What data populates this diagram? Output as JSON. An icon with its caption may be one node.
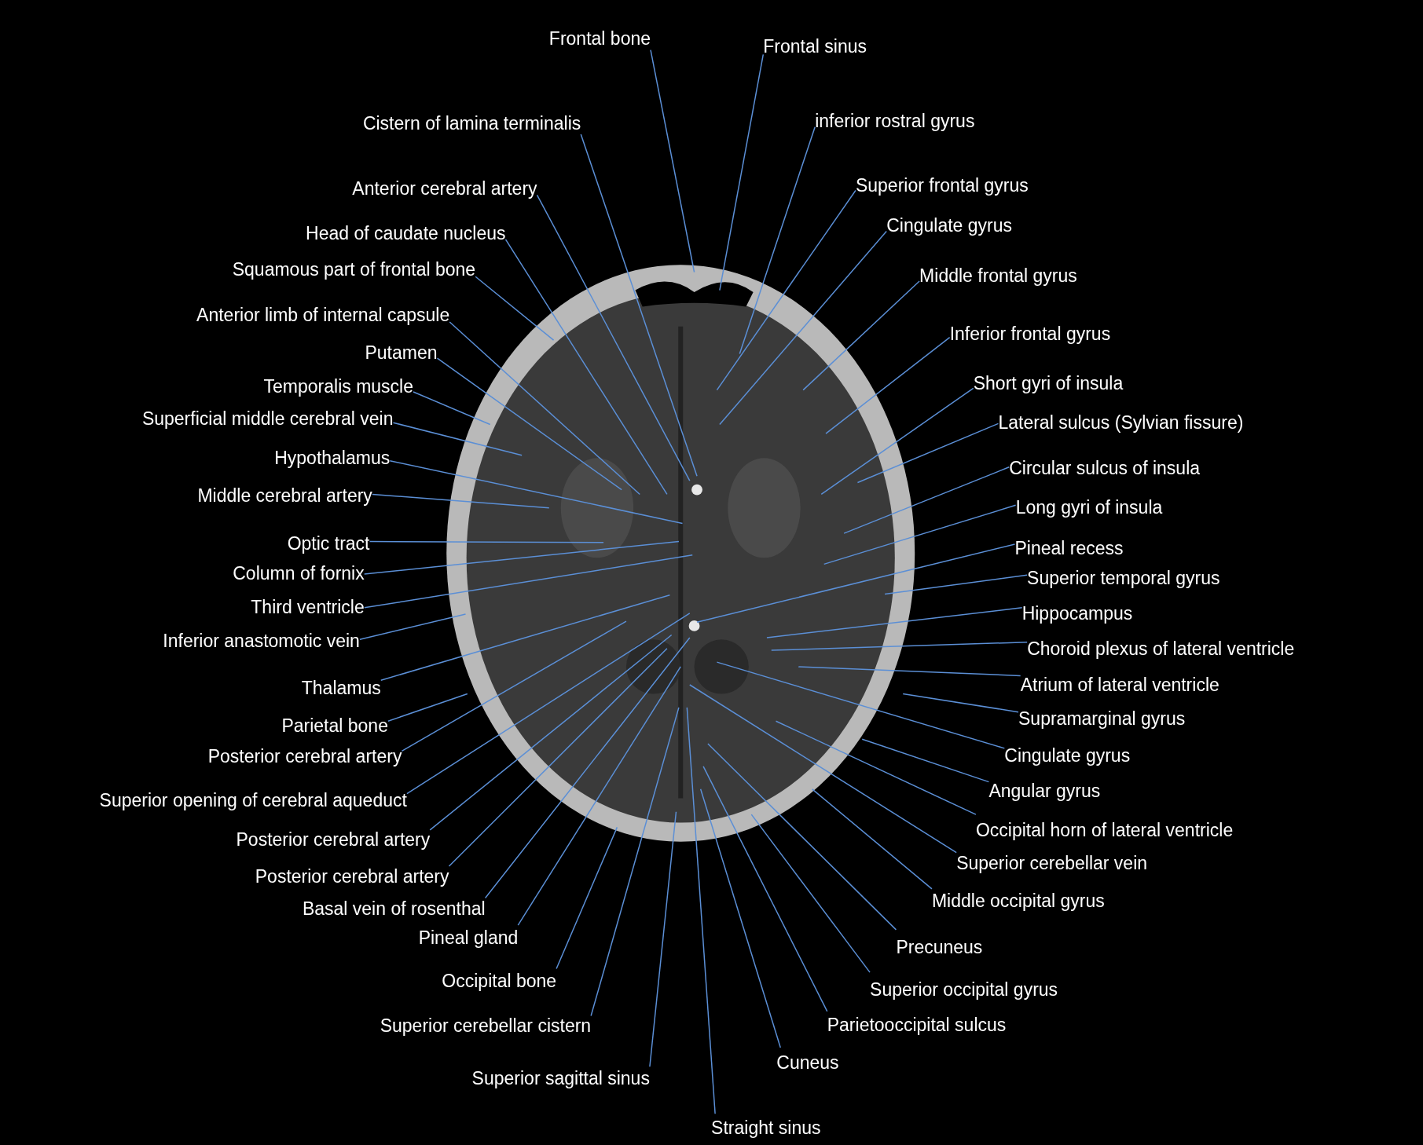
{
  "diagram": {
    "nodes": [
      {
        "text": [
          "Frontal bone"
        ]
      },
      {
        "text": [
          "Frontal sinus"
        ]
      },
      {
        "text": [
          "Cistern of lamina terminalis"
        ]
      },
      {
        "text": [
          "inferior rostral gyrus"
        ]
      },
      {
        "text": [
          "Anterior cerebral artery"
        ]
      },
      {
        "text": [
          "Superior frontal gyrus"
        ]
      },
      {
        "text": [
          "Head of caudate nucleus"
        ]
      },
      {
        "text": [
          "Cingulate gyrus"
        ]
      },
      {
        "text": [
          "Squamous part of frontal bone"
        ]
      },
      {
        "text": [
          "Middle frontal gyrus"
        ]
      },
      {
        "text": [
          "Anterior limb of internal capsule"
        ]
      },
      {
        "text": [
          "Inferior frontal gyrus"
        ]
      },
      {
        "text": [
          "Putamen"
        ]
      },
      {
        "text": [
          "Short gyri of insula"
        ]
      },
      {
        "text": [
          "Temporalis muscle"
        ]
      },
      {
        "text": [
          "Lateral sulcus (Sylvian fissure)"
        ]
      },
      {
        "text": [
          "Superficial middle cerebral vein"
        ]
      },
      {
        "text": [
          "Circular sulcus of insula"
        ]
      },
      {
        "text": [
          "Hypothalamus"
        ]
      },
      {
        "text": [
          "Long gyri of insula"
        ]
      },
      {
        "text": [
          "Middle cerebral artery"
        ]
      },
      {
        "text": [
          "Pineal recess"
        ]
      },
      {
        "text": [
          "Optic tract"
        ]
      },
      {
        "text": [
          "Superior temporal gyrus"
        ]
      },
      {
        "text": [
          "Column of fornix"
        ]
      },
      {
        "text": [
          "Hippocampus"
        ]
      },
      {
        "text": [
          "Third ventricle"
        ]
      },
      {
        "text": [
          "Choroid plexus of lateral ventricle"
        ]
      },
      {
        "text": [
          "Inferior anastomotic vein"
        ]
      },
      {
        "text": [
          "Atrium of lateral ventricle"
        ]
      },
      {
        "text": [
          "Thalamus"
        ]
      },
      {
        "text": [
          "Supramarginal gyrus"
        ]
      },
      {
        "text": [
          "Parietal bone"
        ]
      },
      {
        "text": [
          "Cingulate gyrus"
        ]
      },
      {
        "text": [
          "Posterior cerebral artery"
        ]
      },
      {
        "text": [
          "Angular gyrus"
        ]
      },
      {
        "text": [
          "Superior opening of cerebral aqueduct"
        ]
      },
      {
        "text": [
          "Occipital horn of lateral ventricle"
        ]
      },
      {
        "text": [
          "Posterior cerebral artery"
        ]
      },
      {
        "text": [
          "Superior cerebellar vein"
        ]
      },
      {
        "text": [
          "Posterior cerebral artery"
        ]
      },
      {
        "text": [
          "Middle occipital gyrus"
        ]
      },
      {
        "text": [
          "Basal vein of rosenthal"
        ]
      },
      {
        "text": [
          "Precuneus"
        ]
      },
      {
        "text": [
          "Pineal gland"
        ]
      },
      {
        "text": [
          "Superior occipital gyrus"
        ]
      },
      {
        "text": [
          "Occipital bone"
        ]
      },
      {
        "text": [
          "Parietooccipital sulcus"
        ]
      },
      {
        "text": [
          "Superior cerebellar cistern"
        ]
      },
      {
        "text": [
          "Cuneus"
        ]
      },
      {
        "text": [
          "Superior sagittal sinus"
        ]
      },
      {
        "text": [
          "Straight sinus"
        ]
      }
    ],
    "edges": [
      {
        "from": 0,
        "to": null,
        "arrow": "none"
      },
      {
        "from": 1,
        "to": null,
        "arrow": "none"
      },
      {
        "from": 2,
        "to": null,
        "arrow": "none"
      },
      {
        "from": 3,
        "to": null,
        "arrow": "none"
      },
      {
        "from": 4,
        "to": null,
        "arrow": "none"
      },
      {
        "from": 5,
        "to": null,
        "arrow": "none"
      },
      {
        "from": 6,
        "to": null,
        "arrow": "none"
      },
      {
        "from": 7,
        "to": null,
        "arrow": "none"
      },
      {
        "from": 8,
        "to": null,
        "arrow": "none"
      },
      {
        "from": 9,
        "to": null,
        "arrow": "none"
      },
      {
        "from": 10,
        "to": null,
        "arrow": "none"
      },
      {
        "from": 11,
        "to": null,
        "arrow": "none"
      },
      {
        "from": 12,
        "to": null,
        "arrow": "none"
      },
      {
        "from": 13,
        "to": null,
        "arrow": "none"
      },
      {
        "from": 14,
        "to": null,
        "arrow": "none"
      },
      {
        "from": 15,
        "to": null,
        "arrow": "none"
      },
      {
        "from": 16,
        "to": null,
        "arrow": "none"
      },
      {
        "from": 17,
        "to": null,
        "arrow": "none"
      },
      {
        "from": 18,
        "to": null,
        "arrow": "none"
      },
      {
        "from": 19,
        "to": null,
        "arrow": "none"
      },
      {
        "from": 20,
        "to": null,
        "arrow": "none"
      },
      {
        "from": 21,
        "to": null,
        "arrow": "none"
      },
      {
        "from": 22,
        "to": null,
        "arrow": "none"
      },
      {
        "from": 23,
        "to": null,
        "arrow": "none"
      },
      {
        "from": 24,
        "to": null,
        "arrow": "none"
      },
      {
        "from": 25,
        "to": null,
        "arrow": "none"
      },
      {
        "from": 26,
        "to": null,
        "arrow": "none"
      },
      {
        "from": 27,
        "to": null,
        "arrow": "none"
      },
      {
        "from": 28,
        "to": null,
        "arrow": "none"
      },
      {
        "from": 29,
        "to": null,
        "arrow": "none"
      },
      {
        "from": 30,
        "to": null,
        "arrow": "none"
      },
      {
        "from": 31,
        "to": null,
        "arrow": "none"
      },
      {
        "from": 32,
        "to": null,
        "arrow": "none"
      },
      {
        "from": 33,
        "to": null,
        "arrow": "none"
      },
      {
        "from": 34,
        "to": null,
        "arrow": "none"
      },
      {
        "from": 35,
        "to": null,
        "arrow": "none"
      },
      {
        "from": 36,
        "to": null,
        "arrow": "none"
      },
      {
        "from": 37,
        "to": null,
        "arrow": "none"
      },
      {
        "from": 38,
        "to": null,
        "arrow": "none"
      },
      {
        "from": 39,
        "to": null,
        "arrow": "none"
      },
      {
        "from": 40,
        "to": null,
        "arrow": "none"
      },
      {
        "from": 41,
        "to": null,
        "arrow": "none"
      },
      {
        "from": 42,
        "to": null,
        "arrow": "none"
      },
      {
        "from": 43,
        "to": null,
        "arrow": "none"
      },
      {
        "from": 44,
        "to": null,
        "arrow": "none"
      },
      {
        "from": 45,
        "to": null,
        "arrow": "none"
      },
      {
        "from": 46,
        "to": null,
        "arrow": "none"
      },
      {
        "from": 47,
        "to": null,
        "arrow": "none"
      },
      {
        "from": 48,
        "to": null,
        "arrow": "none"
      },
      {
        "from": 49,
        "to": null,
        "arrow": "none"
      },
      {
        "from": 50,
        "to": null,
        "arrow": "none"
      },
      {
        "from": 51,
        "to": null,
        "arrow": "none"
      }
    ]
  }
}
